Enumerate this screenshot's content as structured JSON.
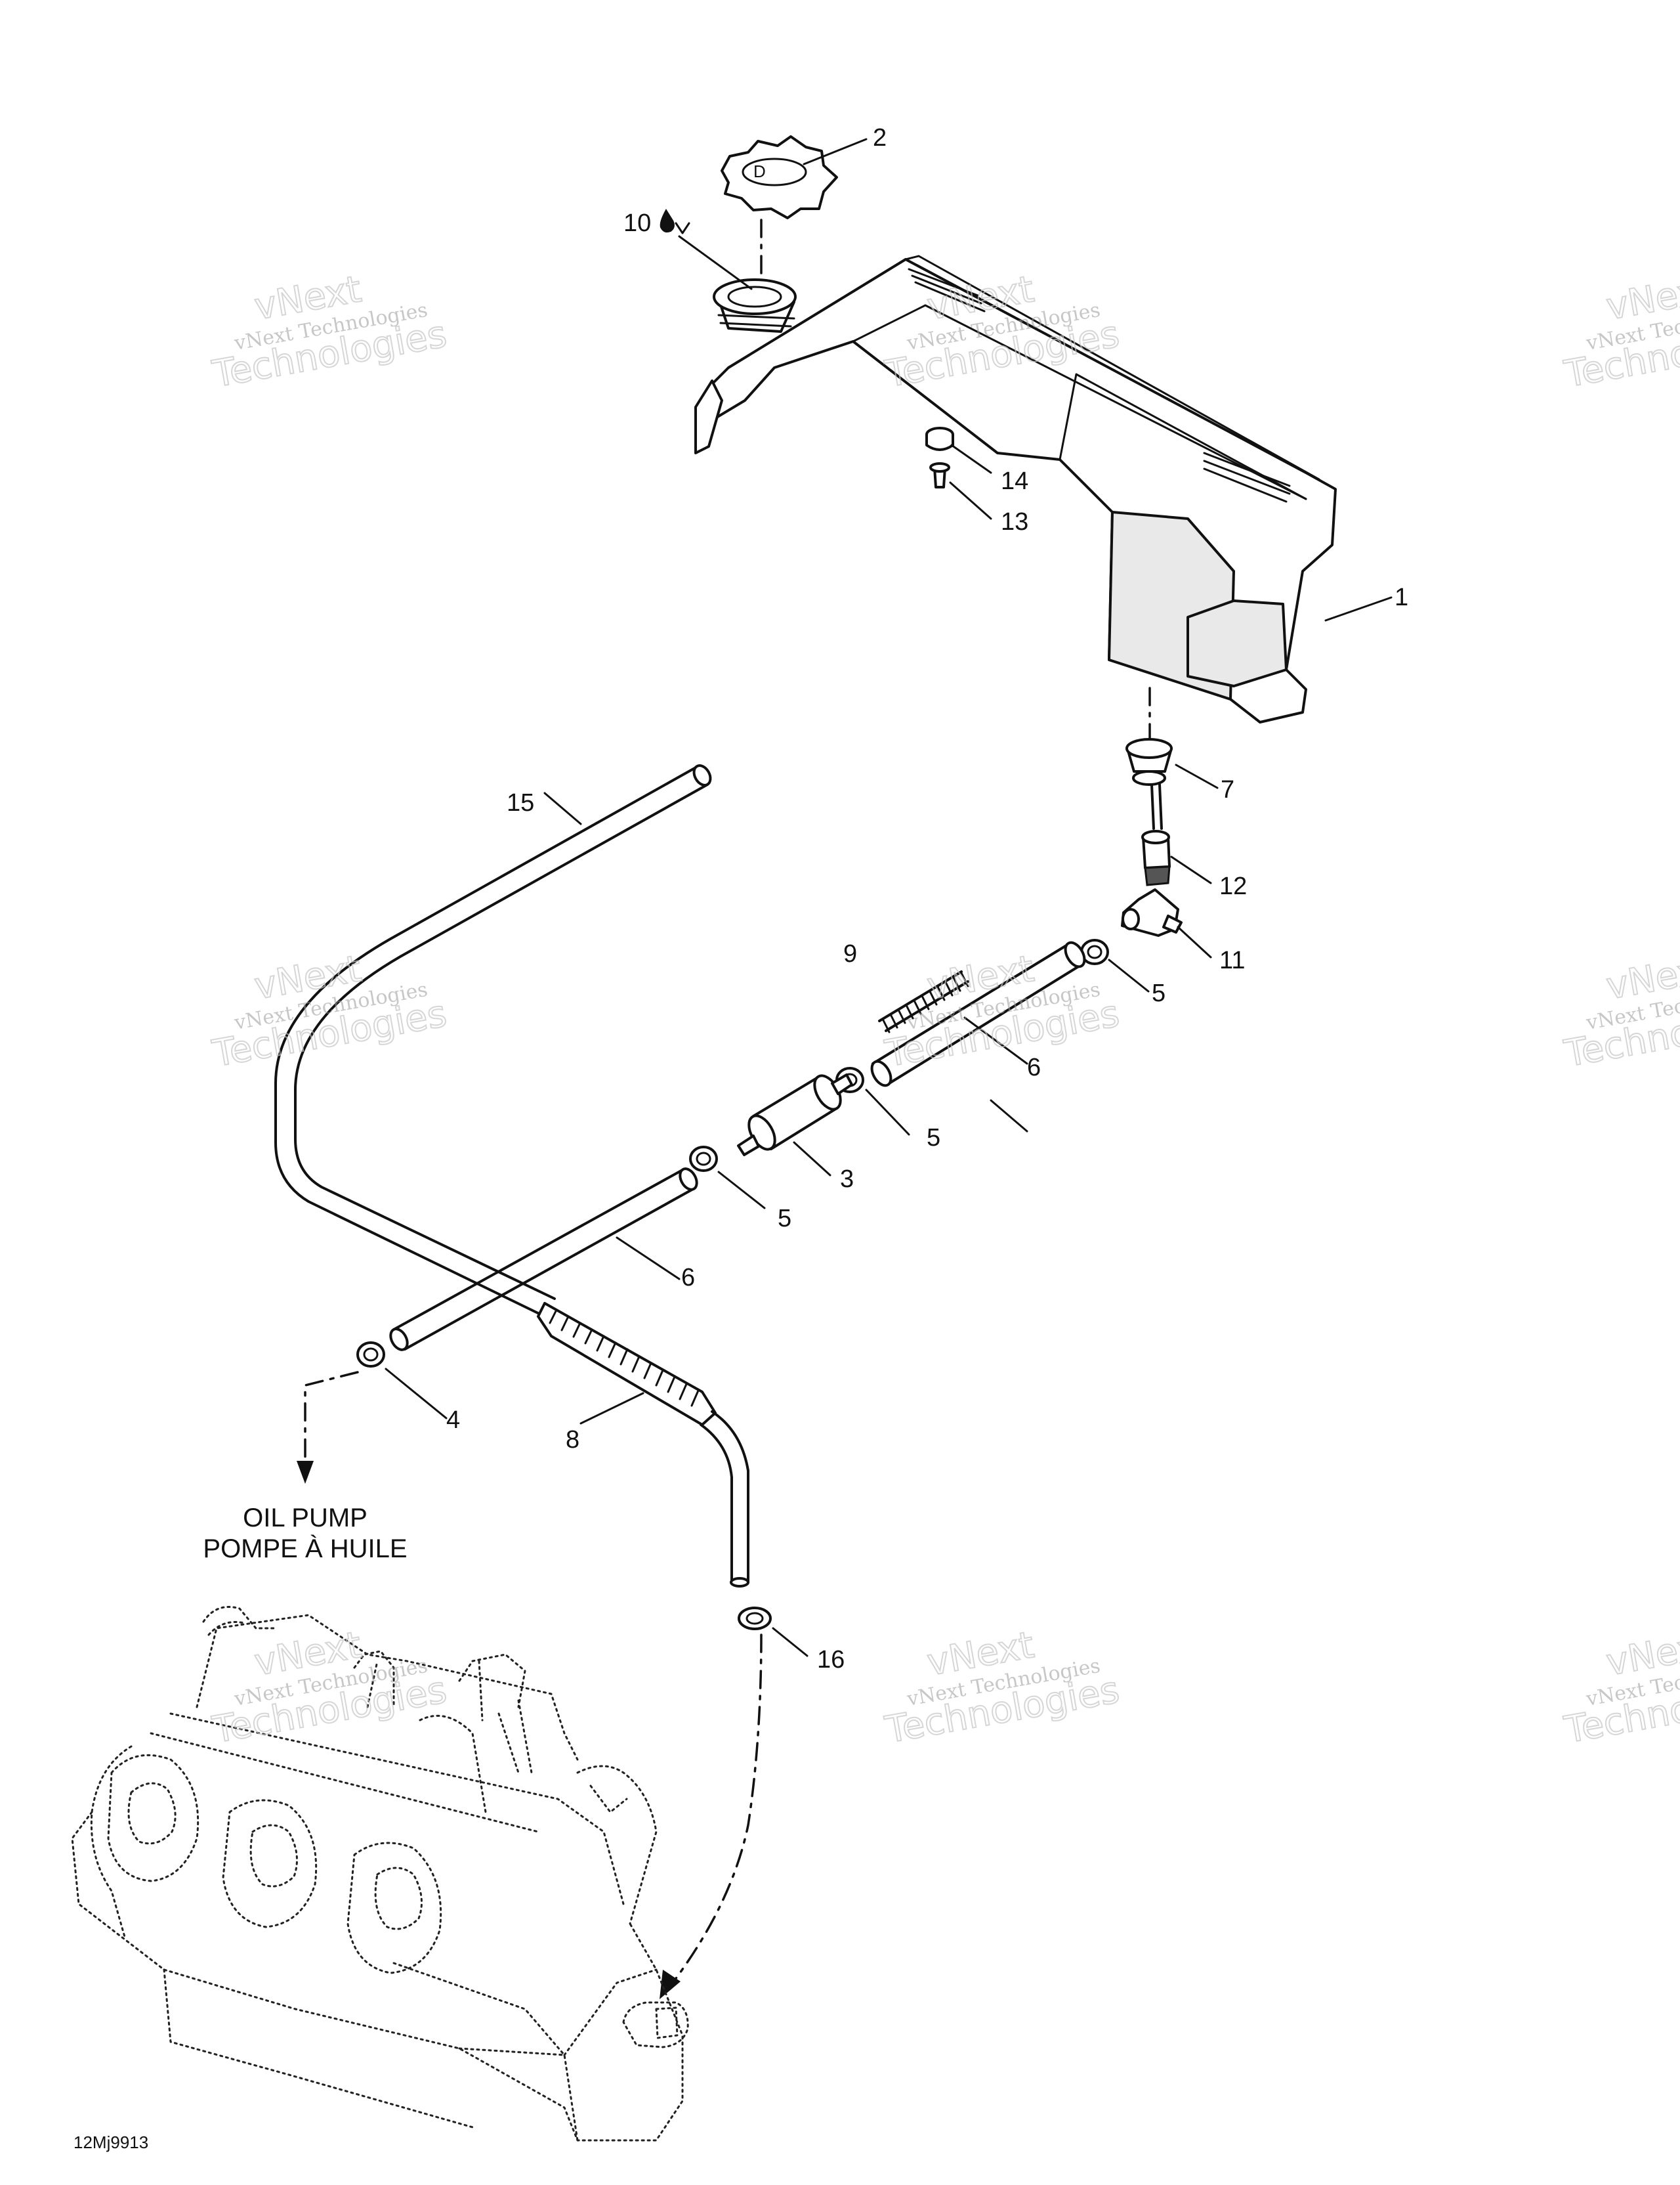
{
  "callouts": [
    "1",
    "2",
    "3",
    "4",
    "5",
    "5",
    "5",
    "6",
    "6",
    "7",
    "8",
    "9",
    "10",
    "11",
    "12",
    "13",
    "14",
    "15",
    "16"
  ],
  "captions": {
    "oil_pump_en": "OIL PUMP",
    "oil_pump_fr": "POMPE À HUILE"
  },
  "reference_code": "12Mj9913",
  "watermark": {
    "line1": "vNext",
    "line2": "vNext Technologies",
    "line3": "Technologies"
  }
}
